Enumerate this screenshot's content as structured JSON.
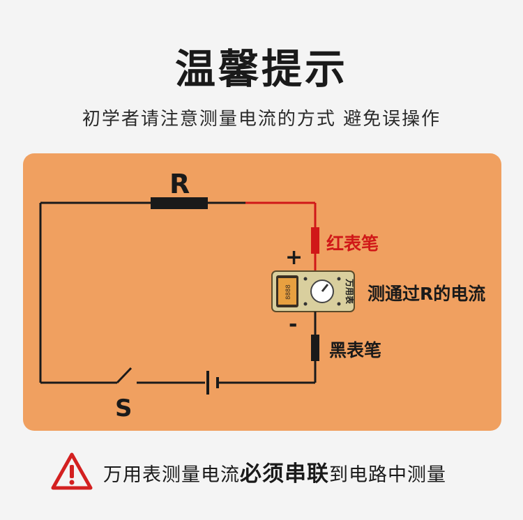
{
  "title": "温馨提示",
  "subtitle": "初学者请注意测量电流的方式 避免误操作",
  "circuit": {
    "resistor_label": "R",
    "switch_label": "S",
    "plus_sign": "+",
    "minus_sign": "-",
    "red_probe_label": "红表笔",
    "black_probe_label": "黑表笔",
    "meter_label": "万用表",
    "measure_label": "测通过R的电流",
    "meter_display": "8888",
    "colors": {
      "panel": "#f0a060",
      "wire": "#1a1a1a",
      "red_wire": "#d01818"
    }
  },
  "warning": {
    "icon": "warning-triangle-icon",
    "text_before": "万用表测量电流",
    "text_emphasis": "必须串联",
    "text_after": "到电路中测量",
    "color": "#d32020"
  }
}
